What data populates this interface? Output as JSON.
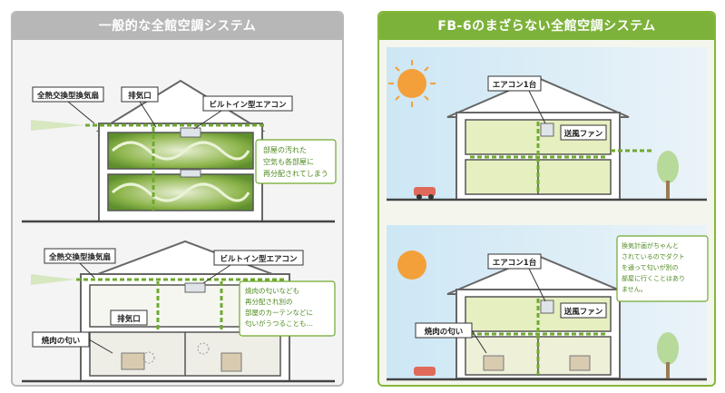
{
  "left_panel": {
    "title": "一般的な全館空調システム",
    "top": {
      "label_heat_exchange": "全熱交換型換気扇",
      "label_exhaust": "排気口",
      "label_aircon": "ビルトイン型エアコン",
      "note_lines": [
        "部屋の汚れた",
        "空気も各部屋に",
        "再分配されてしまう"
      ]
    },
    "bottom": {
      "label_heat_exchange": "全熱交換型換気扇",
      "label_aircon": "ビルトイン型エアコン",
      "label_exhaust": "排気口",
      "label_bbq": "焼肉の匂い",
      "note_lines": [
        "焼肉の匂いなども",
        "再分配され別の",
        "部屋のカーテンなどに",
        "匂いがうつることも…"
      ]
    }
  },
  "right_panel": {
    "title": "FB-6のまざらない全館空調システム",
    "top": {
      "label_aircon": "エアコン1台",
      "label_fan": "送風ファン"
    },
    "bottom": {
      "label_aircon": "エアコン1台",
      "label_fan": "送風ファン",
      "label_bbq": "焼肉の匂い",
      "note_lines": [
        "換気計画がちゃんと",
        "されているのでダクト",
        "を通って匂いが別の",
        "部屋に行くことはあり",
        "ません。"
      ]
    }
  },
  "colors": {
    "left_border": "#b9b9b9",
    "right_border": "#86b83a",
    "accent_green": "#6fa92f",
    "sun": "#f3a03a",
    "sky": "#cfe6f3"
  },
  "icons": [
    "sun-icon",
    "car-icon",
    "tree-icon",
    "person-icon"
  ]
}
